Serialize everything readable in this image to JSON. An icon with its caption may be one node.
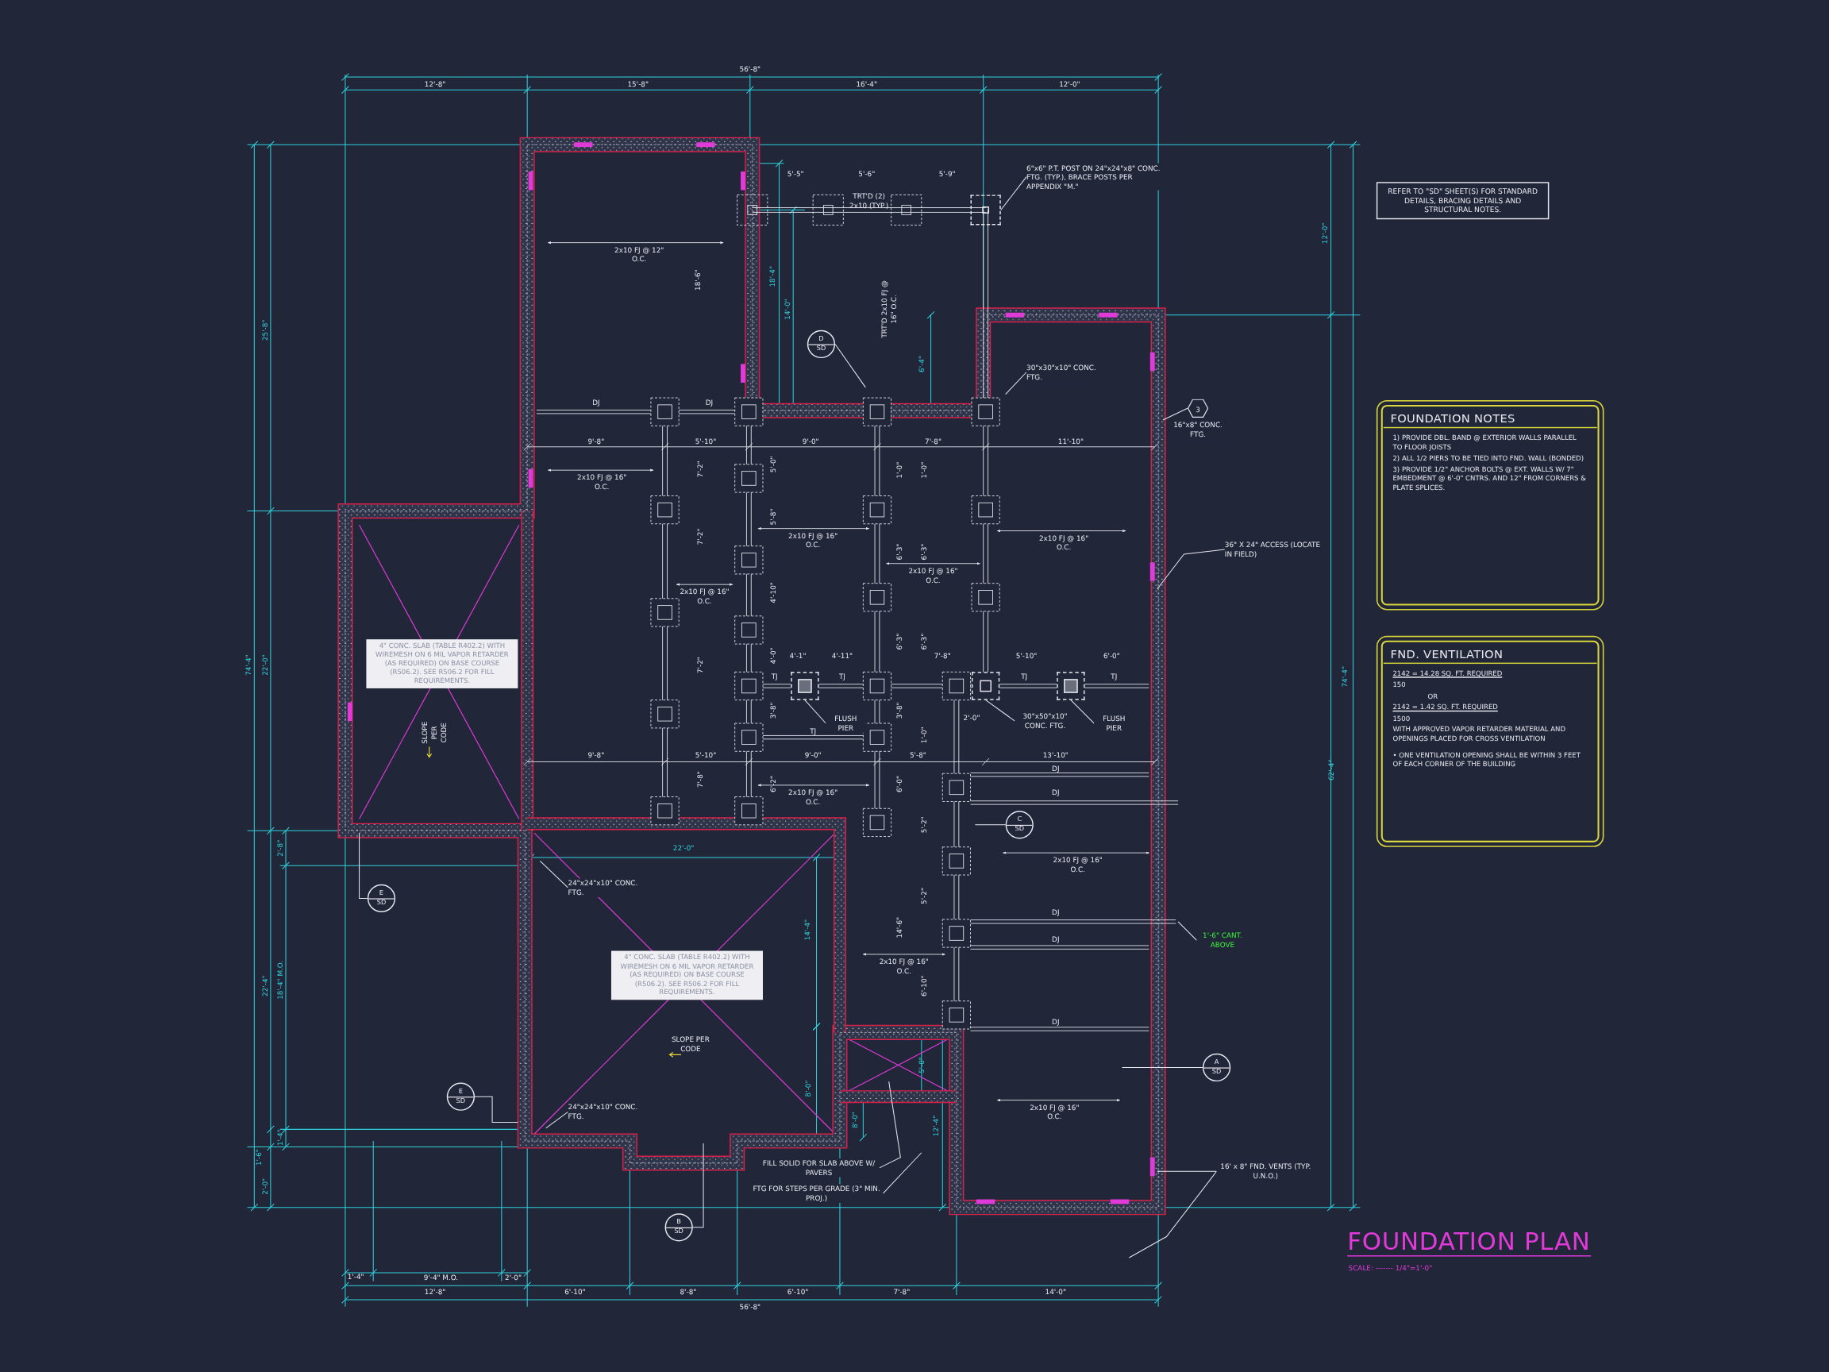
{
  "diagram": {
    "title": "FOUNDATION PLAN",
    "nodes": [
      {
        "text": [
          "REFER TO \"SD\" SHEET(S) FOR STANDARD DETAILS, BRACING DETAILS AND STRUCTURAL NOTES."
        ]
      },
      {
        "text": [
          "FOUNDATION NOTES",
          "1) PROVIDE DBL. BAND @ EXTERIOR WALLS PARALLEL TO FLOOR JOISTS",
          "2) ALL 1/2 PIERS TO BE TIED INTO FND. WALL (BONDED)",
          "3) PROVIDE 1/2\" ANCHOR BOLTS @ EXT. WALLS W/ 7\" EMBEDMENT @ 6'-0\" CNTRS. AND 12\" FROM CORNERS & PLATE SPLICES."
        ]
      },
      {
        "text": [
          "FND. VENTILATION",
          "2142 = 14.28 SQ. FT. REQUIRED",
          "150",
          "OR",
          "2142 = 1.42 SQ. FT. REQUIRED",
          "1500",
          "WITH APPROVED VAPOR RETARDER MATERIAL AND OPENINGS PLACED FOR CROSS VENTILATION",
          "• ONE VENTILATION OPENING SHALL BE WITHIN 3 FEET OF EACH CORNER OF THE BUILDING"
        ]
      },
      {
        "text": [
          "4\" CONC. SLAB (TABLE R402.2) WITH WIREMESH ON 6 MIL VAPOR RETARDER (AS REQUIRED) ON BASE COURSE (R506.2). SEE R506.2 FOR FILL REQUIREMENTS."
        ]
      },
      {
        "text": [
          "4\" CONC. SLAB (TABLE R402.2) WITH WIREMESH ON 6 MIL VAPOR RETARDER (AS REQUIRED) ON BASE COURSE (R506.2). SEE R506.2 FOR FILL REQUIREMENTS."
        ]
      },
      {
        "text": [
          "D",
          "SD"
        ]
      },
      {
        "text": [
          "C",
          "SD"
        ]
      },
      {
        "text": [
          "A",
          "SD"
        ]
      },
      {
        "text": [
          "E",
          "SD"
        ]
      },
      {
        "text": [
          "E",
          "SD"
        ]
      },
      {
        "text": [
          "B",
          "SD"
        ]
      },
      {
        "text": [
          "3"
        ],
        "beside": [
          "16\"x8\" CONC. FTG."
        ]
      },
      {
        "text": [
          "6\"x6\" P.T. POST ON 24\"x24\"x8\" CONC. FTG. (TYP.), BRACE POSTS PER APPENDIX \"M.\""
        ]
      },
      {
        "text": [
          "30\"x30\"x10\" CONC. FTG."
        ]
      },
      {
        "text": [
          "36\" X 24\" ACCESS (LOCATE IN FIELD)"
        ]
      },
      {
        "text": [
          "FLUSH PIER"
        ]
      },
      {
        "text": [
          "30\"x50\"x10\" CONC. FTG."
        ]
      },
      {
        "text": [
          "FLUSH PIER"
        ]
      },
      {
        "text": [
          "24\"x24\"x10\" CONC. FTG."
        ]
      },
      {
        "text": [
          "24\"x24\"x10\" CONC. FTG."
        ]
      },
      {
        "text": [
          "1'-6\" CANT. ABOVE"
        ]
      },
      {
        "text": [
          "FILL SOLID FOR SLAB ABOVE W/ PAVERS"
        ]
      },
      {
        "text": [
          "FTG FOR STEPS PER GRADE (3\" MIN. PROJ.)"
        ]
      },
      {
        "text": [
          "16' x 8\" FND. VENTS (TYP. U.N.O.)"
        ]
      },
      {
        "text": [],
        "shape": "box"
      },
      {
        "text": [],
        "shape": "box"
      },
      {
        "text": [],
        "shape": "box"
      },
      {
        "text": [],
        "shape": "box"
      }
    ],
    "edges": [
      {
        "from": 5,
        "to": null,
        "arrow": "none"
      },
      {
        "from": 6,
        "to": null,
        "arrow": "none"
      },
      {
        "from": 7,
        "to": null,
        "arrow": "none"
      },
      {
        "from": 8,
        "to": null,
        "arrow": "none"
      },
      {
        "from": 9,
        "to": null,
        "arrow": "none"
      },
      {
        "from": 10,
        "to": null,
        "arrow": "none"
      },
      {
        "from": 11,
        "to": null,
        "arrow": "none"
      },
      {
        "from": 12,
        "to": 27,
        "arrow": "none"
      },
      {
        "from": 13,
        "to": null,
        "arrow": "none"
      },
      {
        "from": 14,
        "to": null,
        "arrow": "none"
      },
      {
        "from": 15,
        "to": 24,
        "arrow": "none"
      },
      {
        "from": 16,
        "to": 25,
        "arrow": "none"
      },
      {
        "from": 17,
        "to": 26,
        "arrow": "none"
      },
      {
        "from": 18,
        "to": null,
        "arrow": "none"
      },
      {
        "from": 19,
        "to": null,
        "arrow": "none"
      },
      {
        "from": 20,
        "to": null,
        "arrow": "none"
      },
      {
        "from": 21,
        "to": null,
        "arrow": "none"
      },
      {
        "from": 22,
        "to": null,
        "arrow": "none"
      },
      {
        "from": 23,
        "to": null,
        "arrow": "none"
      },
      {
        "from": 23,
        "to": null,
        "arrow": "none"
      }
    ],
    "labels": [
      "56'-8\"",
      "12'-8\"",
      "15'-8\"",
      "16'-4\"",
      "12'-0\"",
      "5'-5\"",
      "5'-6\"",
      "5'-9\"",
      "TRT'D (2) 2x10 (TYP.)",
      "12'-0\"",
      "2x10 FJ @ 12\" O.C.",
      "18'-6\"",
      "18'-4\"",
      "14'-0\"",
      "TRT'D 2x10 FJ @ 16\" O.C.",
      "25'-8\"",
      "6'-4\"",
      "DJ",
      "DJ",
      "9'-8\"",
      "5'-10\"",
      "9'-0\"",
      "7'-8\"",
      "11'-10\"",
      "2x10 FJ @ 16\" O.C.",
      "7'-2\"",
      "5'-0\"",
      "1'-0\"",
      "1'-0\"",
      "5'-8\"",
      "7'-2\"",
      "2x10 FJ @ 16\" O.C.",
      "6'-3\"",
      "6'-3\"",
      "2x10 FJ @ 16\" O.C.",
      "2x10 FJ @ 16\" O.C.",
      "2x10 FJ @ 16\" O.C.",
      "4'-10\"",
      "6'-3\"",
      "6'-3\"",
      "74'-4\"",
      "22'-0\"",
      "7'-2\"",
      "4'-0\"",
      "4'-1\"",
      "4'-11\"",
      "7'-8\"",
      "5'-10\"",
      "6'-0\"",
      "TJ",
      "TJ",
      "TJ",
      "TJ",
      "74'-4\"",
      "3'-8\"",
      "3'-8\"",
      "2'-0\"",
      "SLOPE PER CODE",
      "TJ",
      "1'-0\"",
      "9'-8\"",
      "5'-10\"",
      "9'-0\"",
      "5'-8\"",
      "13'-10\"",
      "7'-8\"",
      "6'-2\"",
      "6'-0\"",
      "DJ",
      "62'-4\"",
      "2x10 FJ @ 16\" O.C.",
      "DJ",
      "5'-2\"",
      "2'-8\"",
      "22'-0\"",
      "2x10 FJ @ 16\" O.C.",
      "5'-2\"",
      "DJ",
      "14'-4\"",
      "14'-6\"",
      "DJ",
      "2x10 FJ @ 16\" O.C.",
      "22'-4\"",
      "18'-4\" M.O.",
      "6'-10\"",
      "DJ",
      "SLOPE PER CODE",
      "5'-0\"",
      "8'-0\"",
      "8'-0\"",
      "12'-4\"",
      "2x10 FJ @ 16\" O.C.",
      "1'-4\"",
      "1'-6\"",
      "2'-0\"",
      "1'-4\"",
      "9'-4\" M.O.",
      "2'-0\"",
      "12'-8\"",
      "6'-10\"",
      "8'-8\"",
      "6'-10\"",
      "7'-8\"",
      "14'-0\"",
      "56'-8\"",
      "SCALE: ------- 1/4\"=1'-0\""
    ]
  }
}
